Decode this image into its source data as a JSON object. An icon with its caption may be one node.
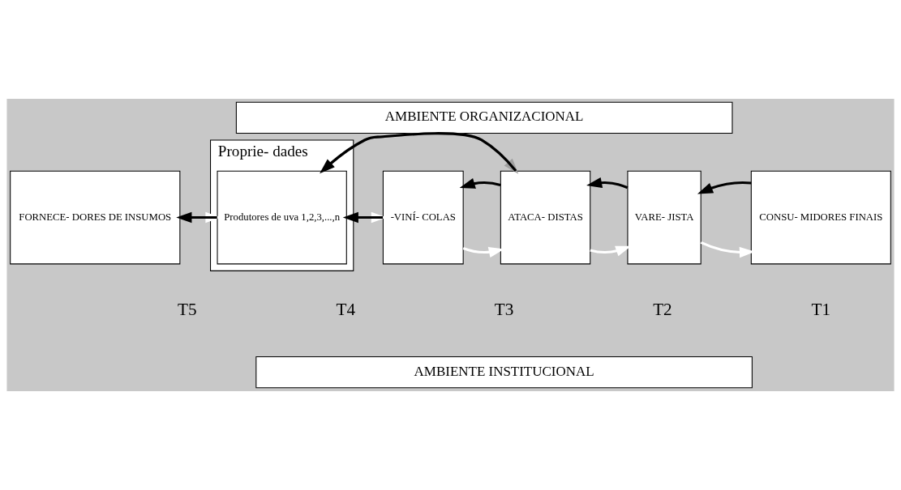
{
  "diagram": {
    "nodes": [
      {
        "text": [
          "AMBIENTE ORGANIZACIONAL"
        ]
      },
      {
        "text": [
          "FORNECE- DORES DE INSUMOS"
        ]
      },
      {
        "text": [
          "Proprie- dades"
        ]
      },
      {
        "text": [
          "Produtores de uva 1,2,3,...,n"
        ],
        "in": 2
      },
      {
        "text": [
          "-VINÍ- COLAS"
        ]
      },
      {
        "text": [
          "ATACA- DISTAS"
        ]
      },
      {
        "text": [
          "VARE- JISTA"
        ]
      },
      {
        "text": [
          "CONSU- MIDORES FINAIS"
        ]
      },
      {
        "text": [
          "AMBIENTE INSTITUCIONAL"
        ]
      }
    ],
    "edges": [
      {
        "from": 1,
        "to": 3,
        "arrow": "to",
        "color": "#ffffff"
      },
      {
        "from": 3,
        "to": 1,
        "arrow": "to",
        "color": "#000000"
      },
      {
        "from": 3,
        "to": 4,
        "arrow": "to",
        "color": "#ffffff"
      },
      {
        "from": 4,
        "to": 3,
        "arrow": "to",
        "color": "#000000"
      },
      {
        "from": 4,
        "to": 5,
        "arrow": "to",
        "color": "#ffffff"
      },
      {
        "from": 5,
        "to": 4,
        "arrow": "to",
        "color": "#000000"
      },
      {
        "from": 5,
        "to": 6,
        "arrow": "to",
        "color": "#ffffff"
      },
      {
        "from": 6,
        "to": 5,
        "arrow": "to",
        "color": "#000000"
      },
      {
        "from": 6,
        "to": 7,
        "arrow": "to",
        "color": "#ffffff"
      },
      {
        "from": 7,
        "to": 6,
        "arrow": "to",
        "color": "#000000"
      },
      {
        "from": 5,
        "to": 3,
        "arrow": "to",
        "color": "#000000"
      },
      {
        "from": 3,
        "to": 5,
        "arrow": "to",
        "color": "#a0a0a0"
      }
    ],
    "labels": [
      "T5",
      "T4",
      "T3",
      "T2",
      "T1"
    ]
  }
}
